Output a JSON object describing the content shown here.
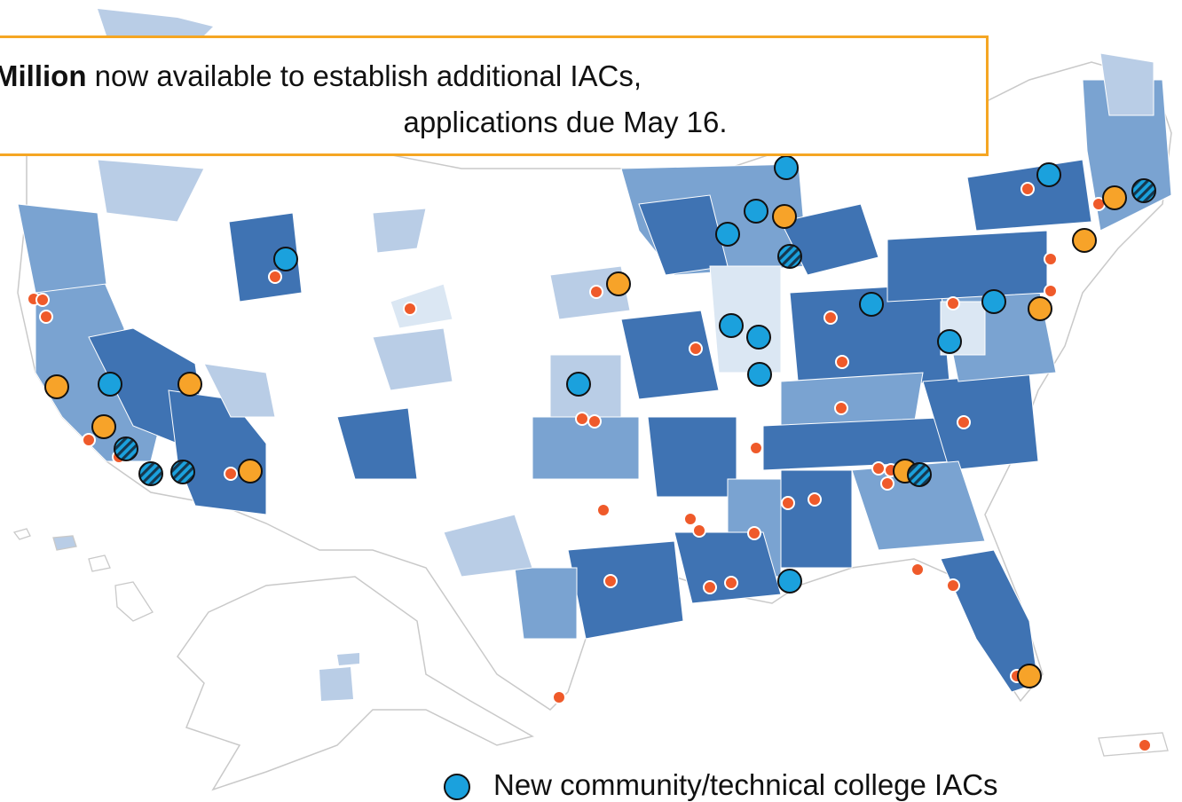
{
  "callout": {
    "line1_bold": "Million",
    "line1_rest": " now available to establish additional IACs,",
    "line2": "applications due May 16."
  },
  "legend": {
    "new_item_label": "New community/technical college IACs"
  },
  "colors": {
    "dark_blue": "#3f73b3",
    "mid_blue": "#7aa3d1",
    "light_blue": "#b9cde6",
    "pale_blue": "#dbe7f3",
    "border_grey": "#c9c9c9",
    "red_dot": "#ef5a2a",
    "orange_marker": "#f7a329",
    "cyan_marker": "#1ba1dd",
    "hatched_marker": "#1ba1dd",
    "callout_border": "#f5a623"
  },
  "map": {
    "red_dots": [
      [
        38,
        337
      ],
      [
        52,
        357
      ],
      [
        48,
        338
      ],
      [
        310,
        312
      ],
      [
        462,
        348
      ],
      [
        100,
        496
      ],
      [
        134,
        515
      ],
      [
        260,
        534
      ],
      [
        672,
        329
      ],
      [
        656,
        472
      ],
      [
        670,
        475
      ],
      [
        784,
        393
      ],
      [
        852,
        505
      ],
      [
        936,
        358
      ],
      [
        949,
        408
      ],
      [
        948,
        460
      ],
      [
        1074,
        342
      ],
      [
        1086,
        476
      ],
      [
        1158,
        213
      ],
      [
        1238,
        230
      ],
      [
        1184,
        292
      ],
      [
        1184,
        328
      ],
      [
        888,
        567
      ],
      [
        918,
        563
      ],
      [
        680,
        575
      ],
      [
        778,
        585
      ],
      [
        788,
        598
      ],
      [
        850,
        601
      ],
      [
        824,
        657
      ],
      [
        800,
        662
      ],
      [
        688,
        655
      ],
      [
        1074,
        660
      ],
      [
        1034,
        642
      ],
      [
        1146,
        762
      ],
      [
        630,
        786
      ],
      [
        1290,
        840
      ],
      [
        990,
        528
      ],
      [
        1004,
        530
      ],
      [
        1000,
        545
      ]
    ],
    "orange_markers": [
      [
        64,
        436
      ],
      [
        214,
        433
      ],
      [
        117,
        481
      ],
      [
        282,
        531
      ],
      [
        697,
        320
      ],
      [
        884,
        244
      ],
      [
        1256,
        223
      ],
      [
        1222,
        271
      ],
      [
        1172,
        348
      ],
      [
        1020,
        531
      ],
      [
        1160,
        762
      ]
    ],
    "cyan_markers": [
      [
        322,
        292
      ],
      [
        124,
        433
      ],
      [
        652,
        433
      ],
      [
        820,
        264
      ],
      [
        852,
        238
      ],
      [
        886,
        189
      ],
      [
        1182,
        197
      ],
      [
        824,
        367
      ],
      [
        855,
        380
      ],
      [
        856,
        422
      ],
      [
        982,
        343
      ],
      [
        1120,
        340
      ],
      [
        1070,
        385
      ],
      [
        890,
        655
      ]
    ],
    "hatched_markers": [
      [
        142,
        506
      ],
      [
        170,
        534
      ],
      [
        206,
        532
      ],
      [
        890,
        289
      ],
      [
        1036,
        535
      ],
      [
        1289,
        215
      ]
    ]
  }
}
